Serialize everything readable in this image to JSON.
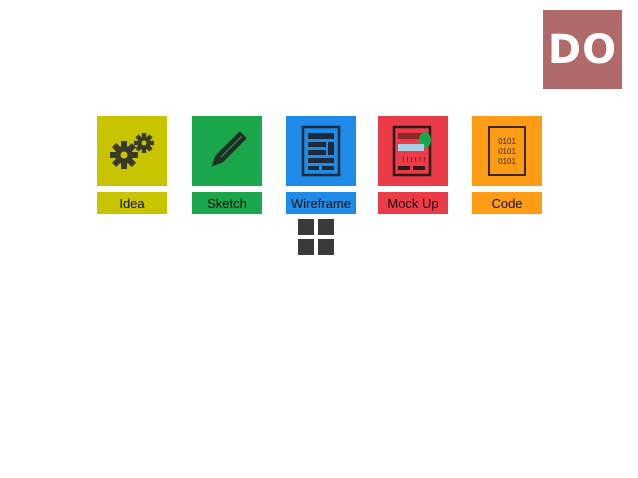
{
  "badge": {
    "text": "DO",
    "color": "#b06a6a"
  },
  "tiles": [
    {
      "label": "Idea",
      "icon": "gears-icon",
      "color": "#c9c400",
      "label_bg": "#c9c400"
    },
    {
      "label": "Sketch",
      "icon": "pencil-icon",
      "color": "#1aa64a",
      "label_bg": "#1aa64a"
    },
    {
      "label": "Wireframe",
      "icon": "wireframe-page-icon",
      "color": "#1f8be8",
      "label_bg": "#1f8be8"
    },
    {
      "label": "Mock Up",
      "icon": "mockup-page-icon",
      "color": "#ec3b48",
      "label_bg": "#ec3b48"
    },
    {
      "label": "Code",
      "icon": "binary-code-icon",
      "color": "#ff9c16",
      "label_bg": "#ff9c16"
    }
  ],
  "code_icon_lines": [
    "0101",
    "0101",
    "0101"
  ],
  "mockup_icon_marks": "!!!!!!",
  "grid_icon": {
    "name": "grid-icon",
    "color": "#3a3a3a"
  }
}
